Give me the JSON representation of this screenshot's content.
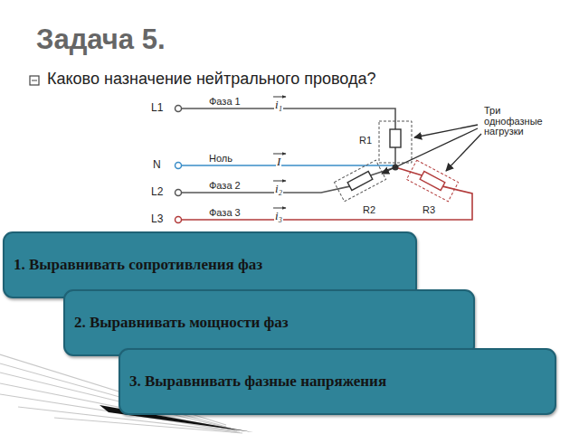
{
  "diagram": {
    "title": "Задача 5.",
    "nodes": [
      {
        "text": [
          "1. Выравнивать сопротивления фаз"
        ]
      },
      {
        "text": [
          "2. Выравнивать мощности фаз"
        ]
      },
      {
        "text": [
          "3. Выравнивать фазные напряжения"
        ]
      }
    ],
    "labels": [
      "Каково назначение нейтрального провода?",
      "L1",
      "Фаза 1",
      "i₁",
      "N",
      "Ноль",
      "I",
      "L2",
      "Фаза 2",
      "i₂",
      "L3",
      "Фаза 3",
      "i₃",
      "R1",
      "R2",
      "R3",
      "Три однофазные нагрузки"
    ]
  }
}
